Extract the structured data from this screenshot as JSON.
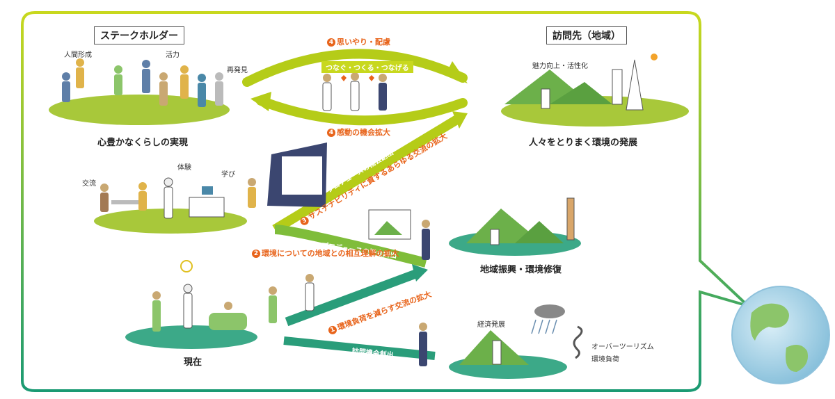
{
  "labels": {
    "stakeholder": "ステークホルダー",
    "destination": "訪問先（地域）"
  },
  "captions": {
    "rich_life": "心豊かなくらしの実現",
    "environment_development": "人々をとりまく環境の発展",
    "regional_revitalization": "地域振興・環境修復",
    "present": "現在"
  },
  "small_labels": {
    "human_formation": "人間形成",
    "vitality": "活力",
    "rediscovery": "再発見",
    "exchange": "交流",
    "experience": "体験",
    "learning": "学び",
    "attractiveness": "魅力向上・活性化",
    "economic_development": "経済発展",
    "overtourism": "オーバーツーリズム",
    "environmental_burden": "環境負荷"
  },
  "flows": {
    "consideration": "思いやり・配慮",
    "connect_make": "つなぐ・つくる・つなげる",
    "emotion_expand": "感動の機会拡大",
    "sustainability_exchange": "サステナビリティに資するあらゆる交流の拡大",
    "produce_opportunity_1": "プロデュースの機会創出",
    "mutual_understanding": "環境についての地域との相互理解の拡大",
    "produce_opportunity_2": "プロデュースの機会創出",
    "solution": "ソリューション提供",
    "reduce_burden": "環境負荷を減らす交流の拡大",
    "visit_opportunity": "訪問機会創出"
  },
  "numbers": {
    "n1": "1",
    "n2": "2",
    "n3": "3",
    "n4a": "4",
    "n4b": "4"
  },
  "colors": {
    "frame_top": "#c8d81e",
    "frame_bottom": "#1a9a73",
    "arrow_lime": "#b5cc18",
    "arrow_teal": "#2a9d7a",
    "accent_orange": "#e8641b",
    "ground_green": "#a8c83a"
  }
}
